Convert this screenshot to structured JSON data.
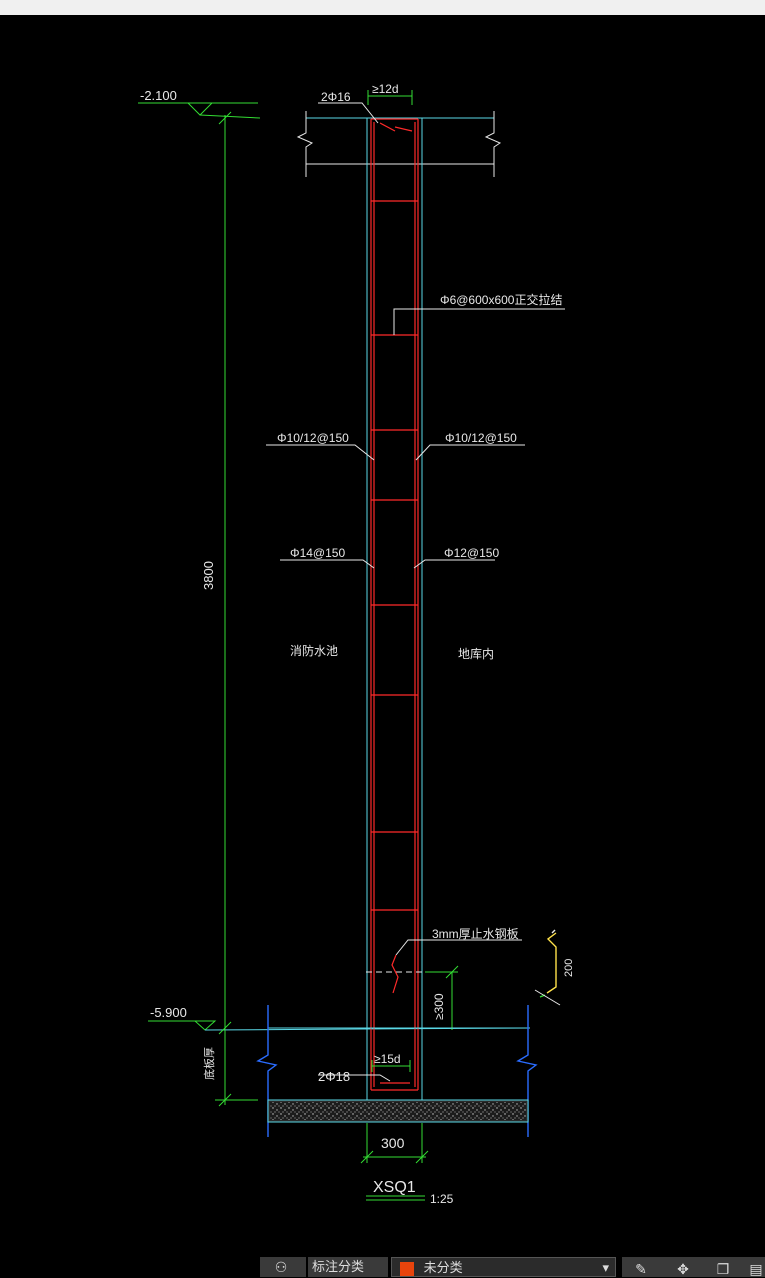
{
  "drawing": {
    "elevation_top": "-2.100",
    "elevation_bottom": "-5.900",
    "total_height": "3800",
    "top_bars": "2Φ16",
    "top_anchor": "≥12d",
    "tie_label": "Φ6@600x600正交拉结",
    "left_horizontal": "Φ10/12@150",
    "right_horizontal": "Φ10/12@150",
    "left_vertical": "Φ14@150",
    "right_vertical": "Φ12@150",
    "left_zone": "消防水池",
    "right_zone": "地库内",
    "waterstop": "3mm厚止水钢板",
    "waterstop_dim": "200",
    "waterstop_height": "≥300",
    "bottom_bars": "2Φ18",
    "bottom_anchor": "≥15d",
    "slab_label": "底板厚",
    "wall_width": "300",
    "section_title": "XSQ1",
    "section_scale": "1:25"
  },
  "statusbar": {
    "annotation_scale_label": "标注分类",
    "layer_label": "未分类",
    "layer_color": "#e8440c"
  },
  "colors": {
    "background": "#000000",
    "rebar": "#ff2a2a",
    "outline": "#5ad8e6",
    "dimension": "#33dd33",
    "text": "#e8e8e8"
  }
}
